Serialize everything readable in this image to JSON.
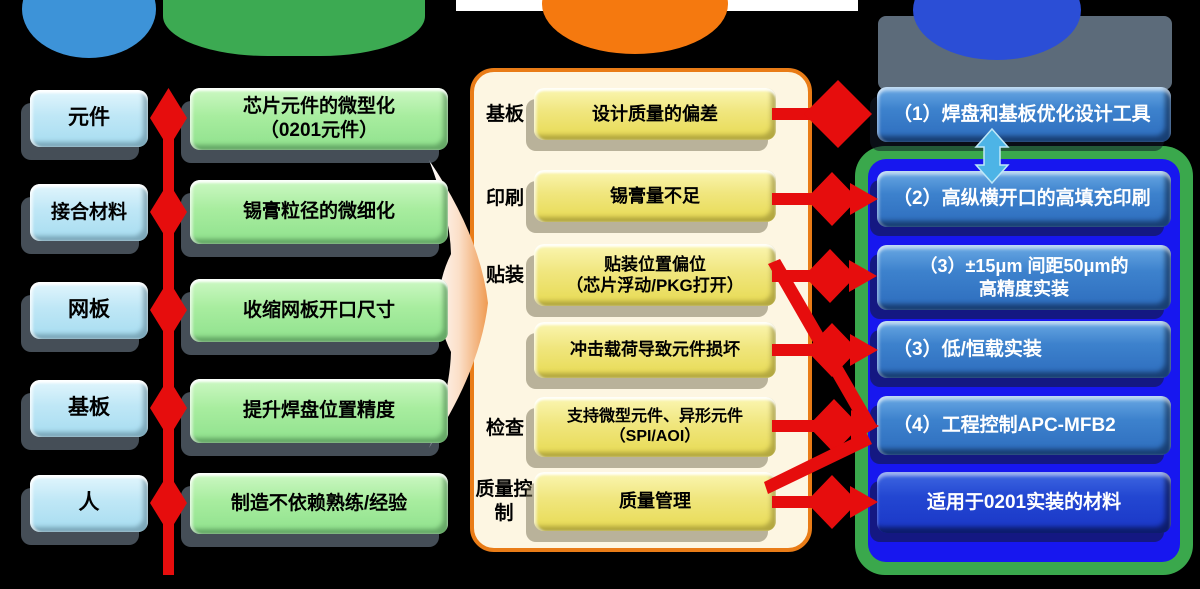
{
  "diagram_title": "",
  "columns": {
    "parts": {
      "header_color": "#3d93d8",
      "items": [
        "元件",
        "接合材料",
        "网板",
        "基板",
        "人"
      ]
    },
    "trends": {
      "header_color": "#3caa52",
      "items": [
        "芯片元件的微型化\n（0201元件）",
        "锡膏粒径的微细化",
        "收缩网板开口尺寸",
        "提升焊盘位置精度",
        "制造不依赖熟练/经验"
      ]
    },
    "process": {
      "header_color": "#f5790f",
      "stages": [
        "基板",
        "印刷",
        "贴装",
        "检查",
        "质量控制"
      ],
      "issues": [
        "设计质量的偏差",
        "锡膏量不足",
        "贴装位置偏位\n（芯片浮动/PKG打开）",
        "冲击载荷导致元件损坏",
        "支持微型元件、异形元件\n（SPI/AOI）",
        "质量管理"
      ]
    },
    "solutions": {
      "header_color": "#2b4ed6",
      "items": [
        "（1）焊盘和基板优化设计工具",
        "（2）高纵横开口的高填充印刷",
        "（3）±15μm 间距50μm的\n高精度实装",
        "（3）低/恒载实装",
        "（4）工程控制APC-MFB2",
        "适用于0201实装的材料"
      ]
    }
  },
  "connections": {
    "part_trend_pairs": [
      [
        0,
        0
      ],
      [
        1,
        1
      ],
      [
        2,
        2
      ],
      [
        3,
        3
      ],
      [
        4,
        4
      ]
    ],
    "issue_solution_pairs": [
      [
        0,
        0
      ],
      [
        1,
        1
      ],
      [
        2,
        2
      ],
      [
        2,
        4
      ],
      [
        3,
        3
      ],
      [
        4,
        4
      ],
      [
        5,
        4
      ],
      [
        5,
        5
      ]
    ],
    "solution_two_way_link": [
      0,
      1
    ]
  },
  "colors": {
    "connector_red": "#e60d0d",
    "two_way_arrow_cyan": "#4db4e6",
    "mid_panel_bg": "#fdf6e2",
    "mid_panel_border": "#e97c17",
    "right_outer_panel": "#3aa84c",
    "right_inner_panel": "#1717ef",
    "background": "#000000"
  }
}
